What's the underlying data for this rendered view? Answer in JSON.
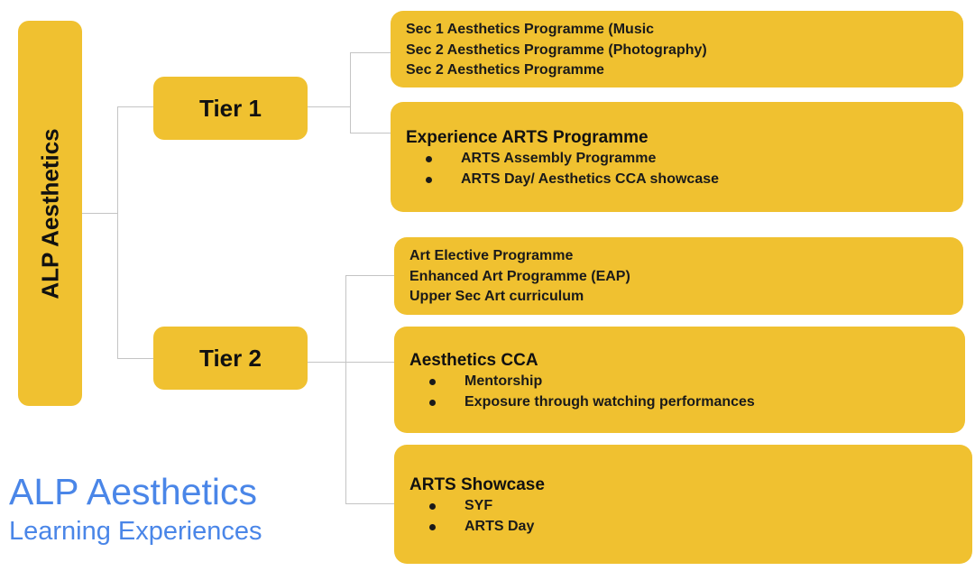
{
  "diagram": {
    "root": {
      "label": "ALP Aesthetics"
    },
    "tiers": [
      {
        "label": "Tier 1",
        "items": [
          {
            "type": "lines",
            "lines": [
              "Sec 1 Aesthetics Programme (Music",
              "Sec 2 Aesthetics Programme (Photography)",
              "Sec 2 Aesthetics Programme"
            ]
          },
          {
            "type": "heading-bullets",
            "heading": "Experience ARTS Programme",
            "bullets": [
              "ARTS Assembly Programme",
              "ARTS Day/ Aesthetics CCA showcase"
            ]
          }
        ]
      },
      {
        "label": "Tier 2",
        "items": [
          {
            "type": "lines",
            "lines": [
              "Art Elective Programme",
              "Enhanced Art Programme (EAP)",
              "Upper Sec Art curriculum"
            ]
          },
          {
            "type": "heading-bullets",
            "heading": "Aesthetics CCA",
            "bullets": [
              "Mentorship",
              "Exposure through watching performances"
            ]
          },
          {
            "type": "heading-bullets",
            "heading": "ARTS Showcase",
            "bullets": [
              "SYF",
              "ARTS Day"
            ]
          }
        ]
      }
    ]
  },
  "caption": {
    "title": "ALP Aesthetics",
    "subtitle": "Learning Experiences"
  },
  "colors": {
    "box_fill": "#f0c130",
    "connector": "#c4c4c4",
    "caption_text": "#4a86e8",
    "box_text": "#111111"
  }
}
